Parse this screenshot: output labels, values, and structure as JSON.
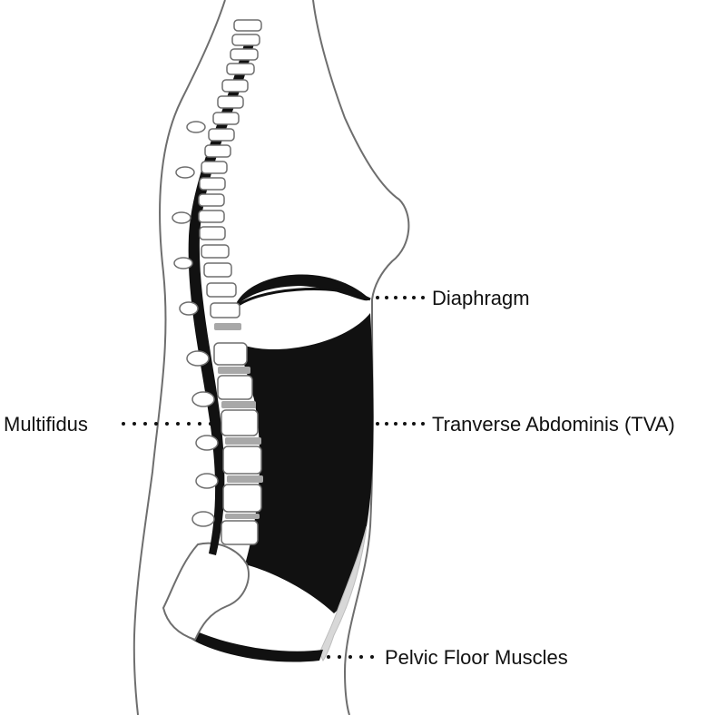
{
  "labels": {
    "diaphragm": "Diaphragm",
    "tva": "Tranverse Abdominis (TVA)",
    "multifidus": "Multifidus",
    "pelvic_floor": "Pelvic Floor Muscles"
  },
  "colors": {
    "muscle": "#111111",
    "outline": "#6e6e6e",
    "bone_fill": "#ffffff",
    "disc": "#a8a8a8",
    "pelvic_connector": "#d8d8d8"
  }
}
